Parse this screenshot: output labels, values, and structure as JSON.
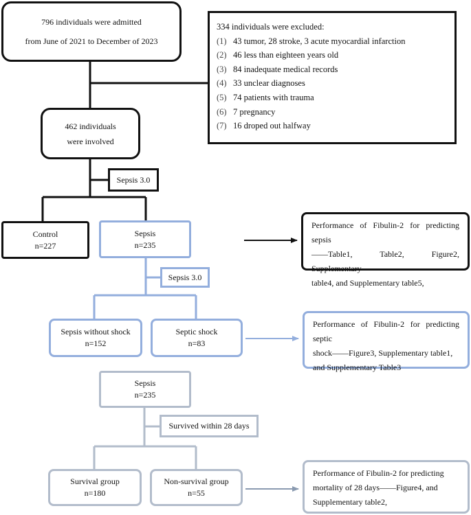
{
  "admitted": {
    "line1": "796 individuals were admitted",
    "line2": "from June of 2021 to December of 2023"
  },
  "excluded": {
    "title": "334  individuals were excluded:",
    "items": [
      {
        "num": "(1)",
        "text": "43 tumor, 28 stroke, 3 acute myocardial infarction"
      },
      {
        "num": "(2)",
        "text": "46 less than eighteen years old"
      },
      {
        "num": "(3)",
        "text": "84 inadequate medical records"
      },
      {
        "num": "(4)",
        "text": "33 unclear diagnoses"
      },
      {
        "num": "(5)",
        "text": "74 patients with trauma"
      },
      {
        "num": "(6)",
        "text": "7 pregnancy"
      },
      {
        "num": "(7)",
        "text": "16 droped out halfway"
      }
    ]
  },
  "involved": {
    "line1": "462 individuals",
    "line2": "were involved"
  },
  "criteria_1": "Sepsis 3.0",
  "control": {
    "label": "Control",
    "n": "n=227"
  },
  "sepsis_1": {
    "label": "Sepsis",
    "n": "n=235"
  },
  "perf_sepsis": {
    "line1": "Performance of Fibulin-2 for predicting sepsis",
    "line2": "——Table1, Table2, Figure2, Supplementary",
    "line3": "table4, and Supplementary table5,"
  },
  "criteria_2": "Sepsis 3.0",
  "sepsis_no_shock": {
    "label": "Sepsis without shock",
    "n": "n=152"
  },
  "septic_shock": {
    "label": "Septic shock",
    "n": "n=83"
  },
  "perf_shock": {
    "line1": "Performance of Fibulin-2 for predicting septic",
    "line2": "shock——Figure3, Supplementary table1,",
    "line3": "and Supplementary Table3"
  },
  "sepsis_2": {
    "label": "Sepsis",
    "n": "n=235"
  },
  "criteria_3": "Survived within 28 days",
  "survival": {
    "label": "Survival group",
    "n": "n=180"
  },
  "non_survival": {
    "label": "Non-survival group",
    "n": "n=55"
  },
  "perf_mortality": {
    "line1": "Performance of Fibulin-2 for predicting",
    "line2": "mortality of 28 days——Figure4, and",
    "line3": "Supplementary table2,"
  },
  "colors": {
    "dark": "#111111",
    "blue": "#93aedd",
    "grey": "#b2bccb",
    "arrow_grey": "#8a9ab0"
  }
}
